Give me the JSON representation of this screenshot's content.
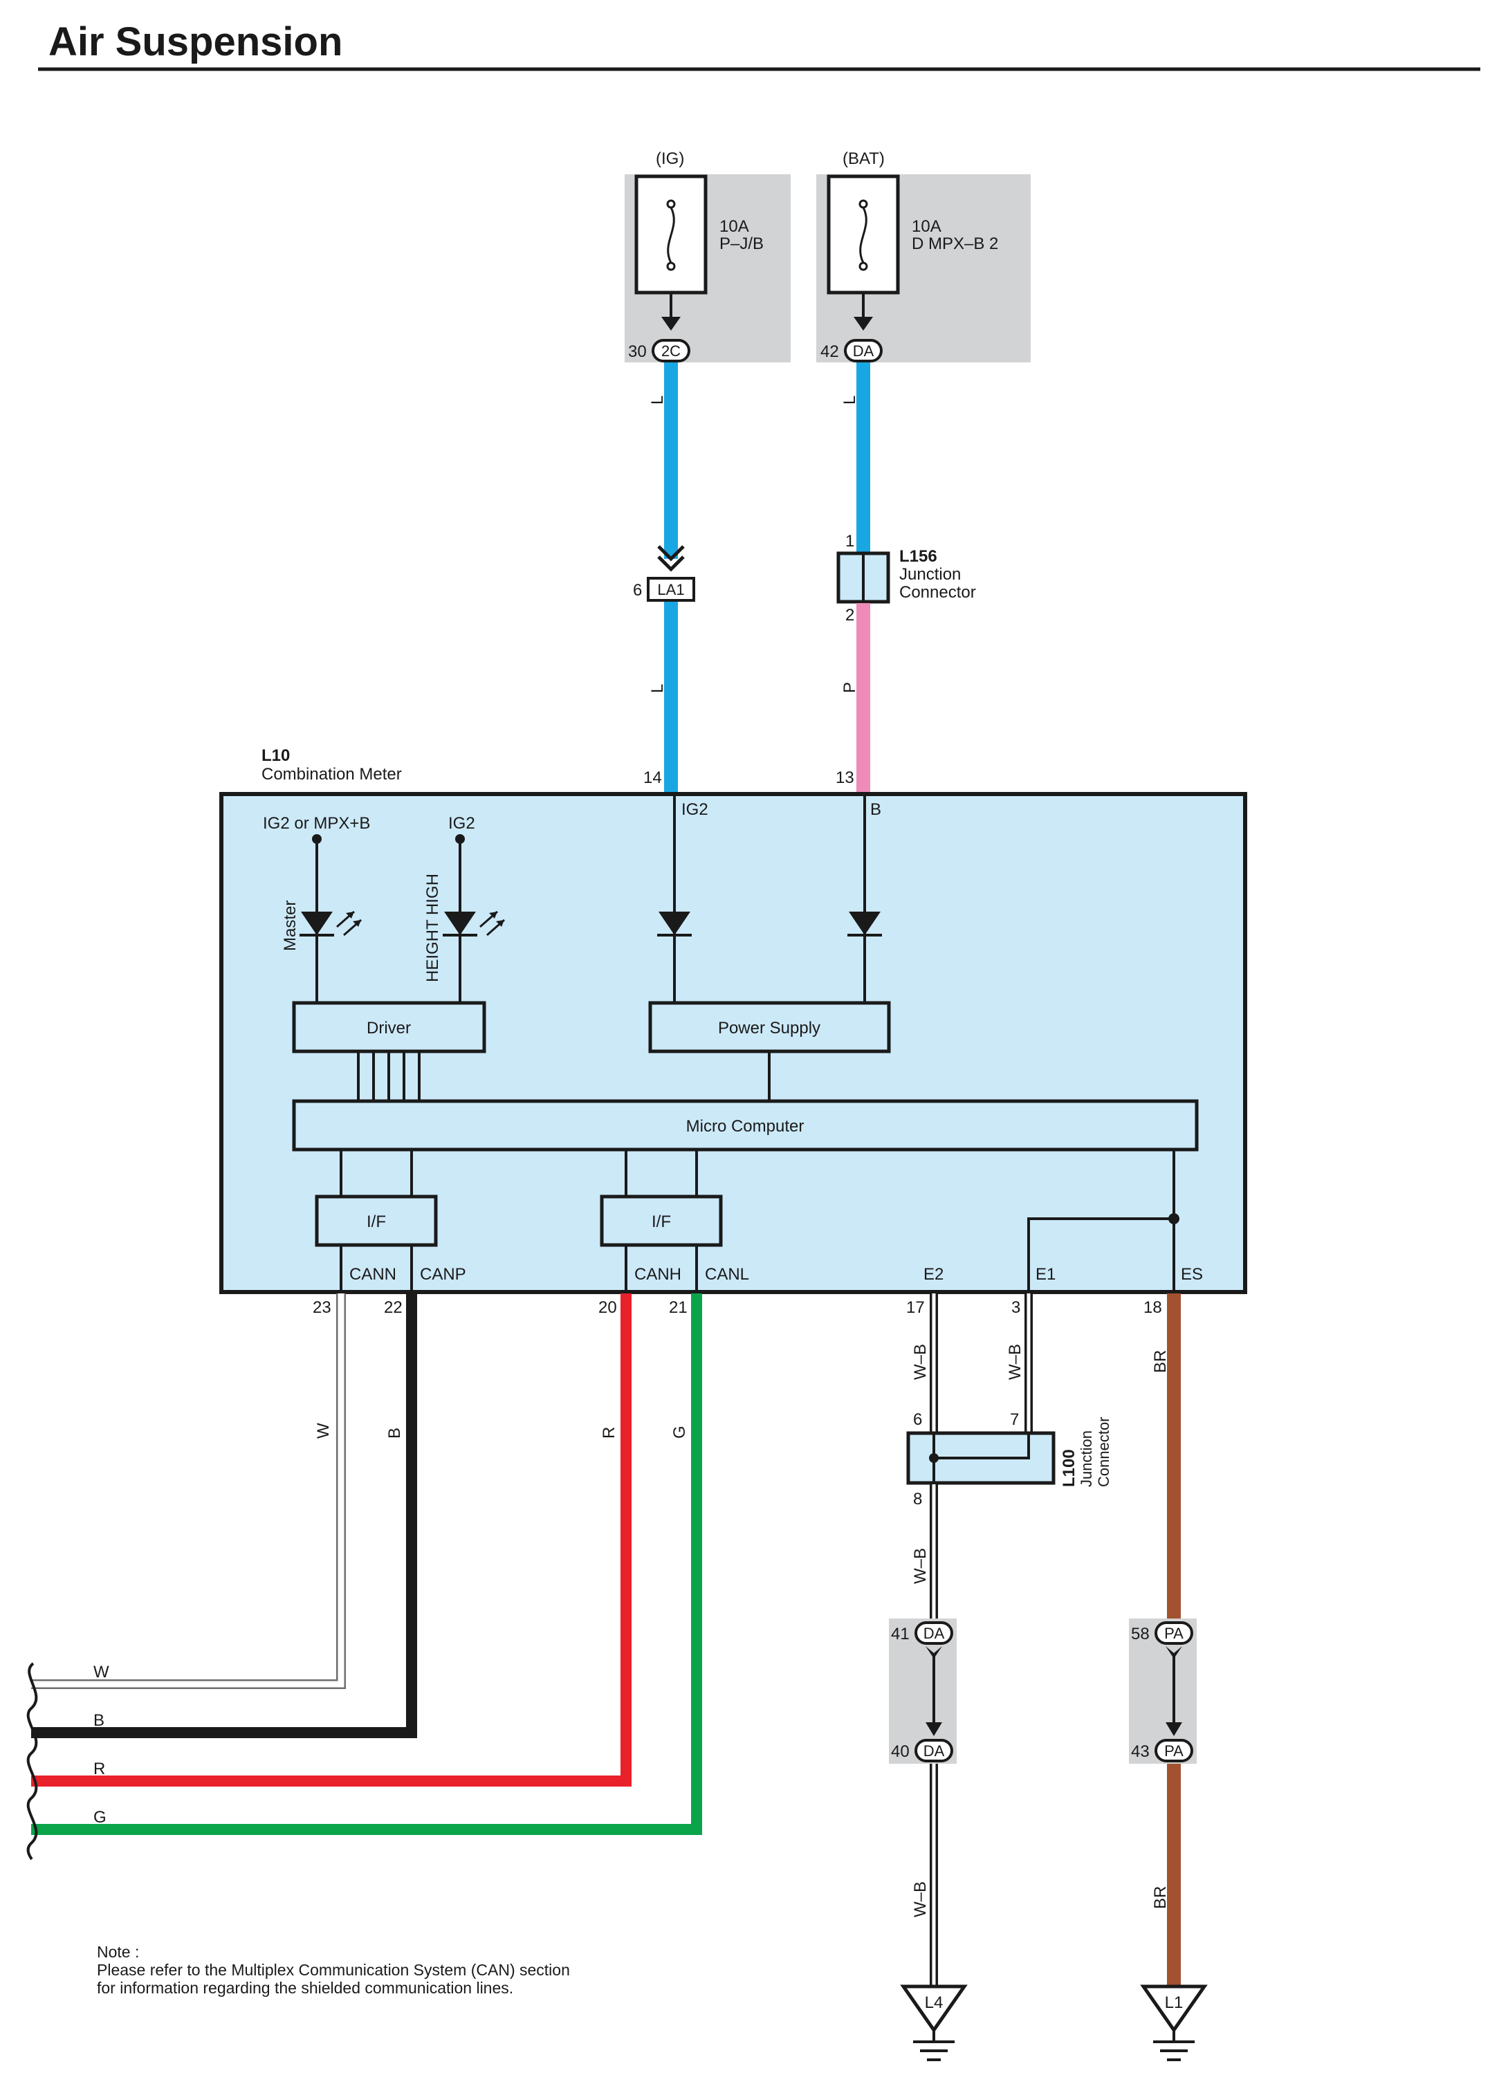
{
  "title": "Air Suspension",
  "fuses": [
    {
      "source": "(IG)",
      "rating": "10A",
      "name": "P–J/B",
      "pin": "30",
      "connector": "2C",
      "wire": "L"
    },
    {
      "source": "(BAT)",
      "rating": "10A",
      "name": "D MPX–B 2",
      "pin": "42",
      "connector": "DA",
      "wire": "L"
    }
  ],
  "connectors": {
    "la1": {
      "id": "LA1",
      "pin": "6",
      "wire_below": "L"
    },
    "l156": {
      "id": "L156",
      "line1": "Junction",
      "line2": "Connector",
      "pin_top": "1",
      "pin_bottom": "2",
      "wire_below": "P"
    },
    "l100": {
      "id": "L100",
      "line1": "Junction",
      "line2": "Connector",
      "pin6": "6",
      "pin7": "7",
      "pin8": "8"
    }
  },
  "meter": {
    "id": "L10",
    "name": "Combination Meter",
    "pin_ig2": "14",
    "pin_b": "13",
    "label_ig2": "IG2",
    "label_b": "B",
    "led1_power": "IG2 or MPX+B",
    "led1_label": "Master",
    "led2_power": "IG2",
    "led2_label": "HEIGHT HIGH",
    "driver": "Driver",
    "power_supply": "Power Supply",
    "micro": "Micro Computer",
    "if1": "I/F",
    "if2": "I/F",
    "terminals": {
      "cann": "CANN",
      "canp": "CANP",
      "canh": "CANH",
      "canl": "CANL",
      "e2": "E2",
      "e1": "E1",
      "es": "ES"
    }
  },
  "bottom_pins": {
    "p23": "23",
    "p22": "22",
    "p20": "20",
    "p21": "21",
    "p17": "17",
    "p3": "3",
    "p18": "18"
  },
  "wires": {
    "w": "W",
    "b": "B",
    "r": "R",
    "g": "G",
    "wb1": "W–B",
    "wb2": "W–B",
    "wb3": "W–B",
    "wb4": "W–B",
    "br1": "BR",
    "br2": "BR"
  },
  "bus_labels": {
    "w": "W",
    "b": "B",
    "r": "R",
    "g": "G"
  },
  "da_connector": {
    "id": "DA",
    "pin_top": "41",
    "pin_bottom": "40"
  },
  "pa_connector": {
    "id": "PA",
    "pin_top": "58",
    "pin_bottom": "43"
  },
  "grounds": {
    "l4": "L4",
    "l1": "L1"
  },
  "note": {
    "line1": "Note :",
    "line2": "Please refer to the Multiplex Communication System (CAN) section",
    "line3": "for information regarding the shielded communication lines."
  },
  "colors": {
    "blue": "#19a7e3",
    "pink": "#ef8bb9",
    "black": "#1a1a1a",
    "red": "#e8212b",
    "green": "#0aa44a",
    "brown": "#a25230",
    "box": "#cce9f8",
    "gray": "#d2d3d5"
  }
}
